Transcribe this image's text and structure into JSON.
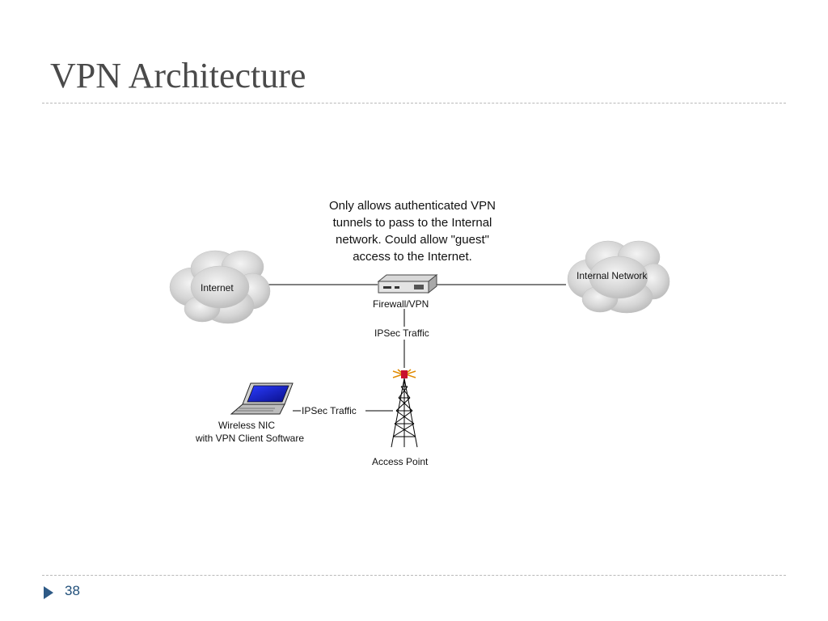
{
  "slide": {
    "title": "VPN Architecture",
    "page_number": "38"
  },
  "diagram": {
    "caption": [
      "Only allows authenticated VPN",
      "tunnels to pass to the Internal",
      "network. Could allow \"guest\"",
      "access to the Internet."
    ],
    "internet_label": "Internet",
    "internal_network_label": "Internal Network",
    "firewall_label": "Firewall/VPN",
    "ipsec_vertical_label": "IPSec Traffic",
    "ipsec_horizontal_label": "IPSec Traffic",
    "access_point_label": "Access Point",
    "laptop_label": [
      "Wireless NIC",
      "with VPN Client Software"
    ],
    "icons": [
      "cloud-icon",
      "firewall-icon",
      "antenna-tower-icon",
      "laptop-icon"
    ]
  }
}
